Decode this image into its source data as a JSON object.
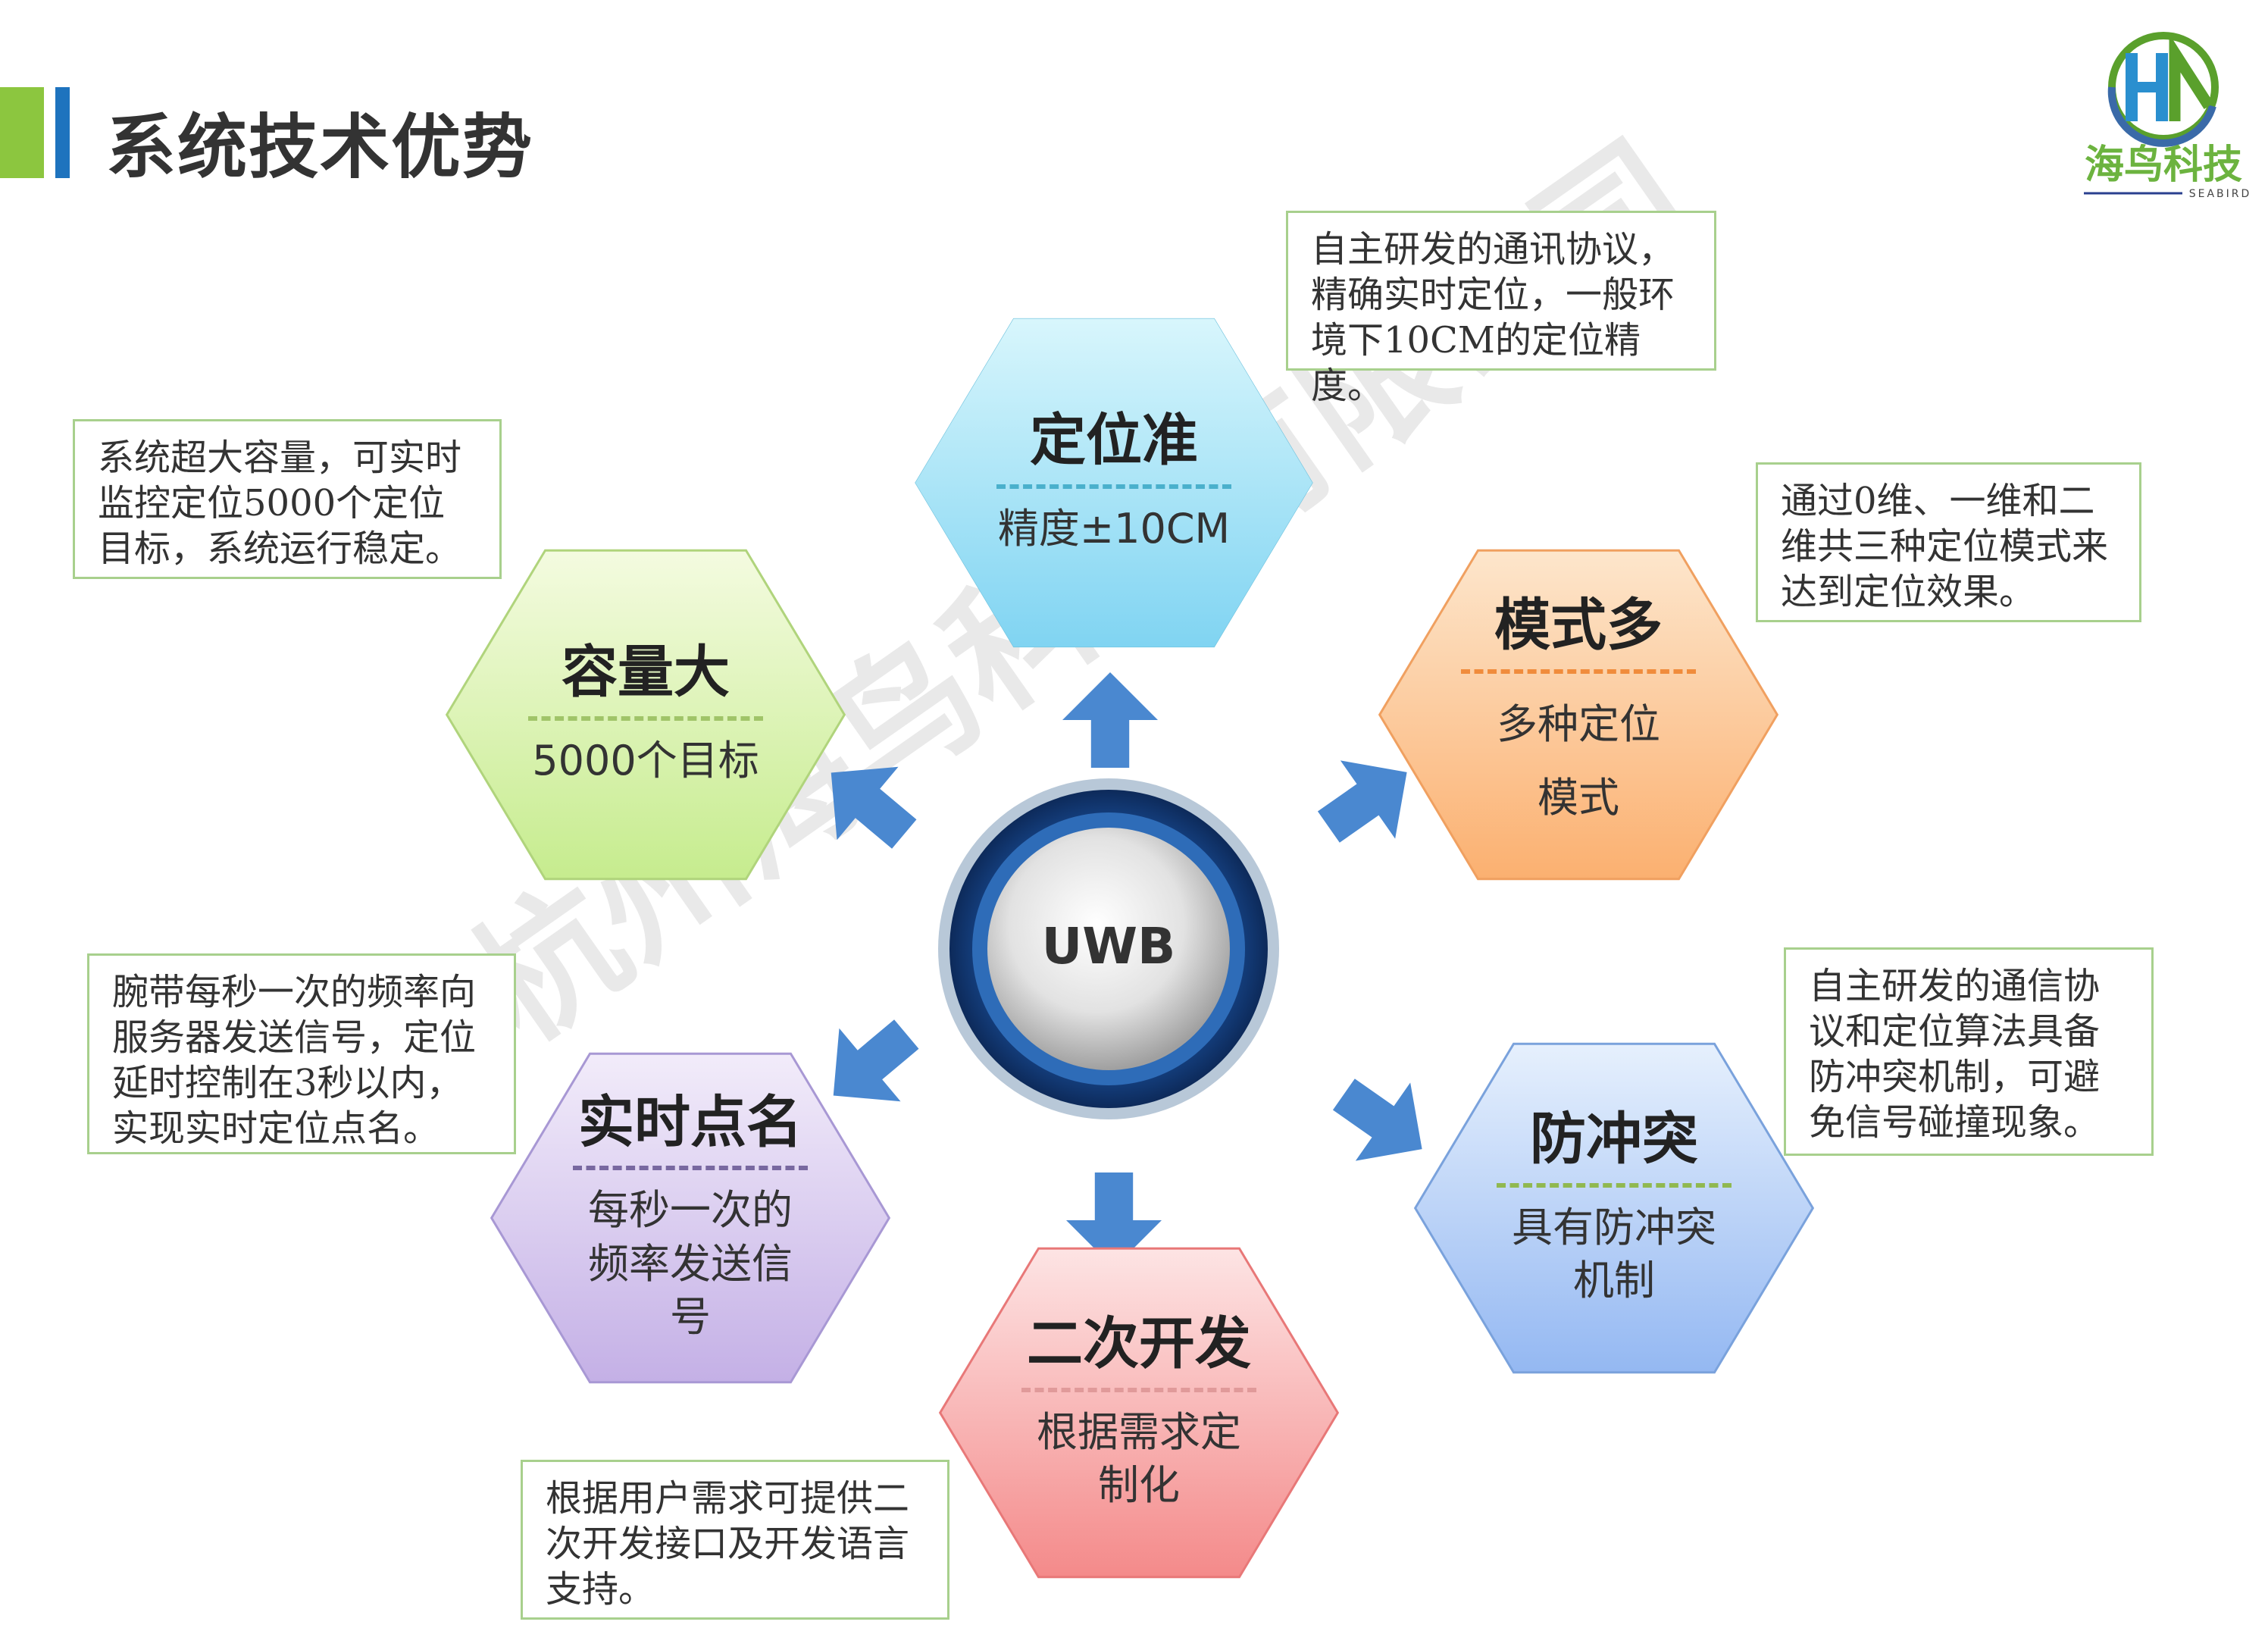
{
  "title": "系统技术优势",
  "logo": {
    "text": "海鸟科技",
    "sub": "SEABIRD"
  },
  "center": "UWB",
  "watermark": "杭州海鸟科技有限公司",
  "hexagons": [
    {
      "title": "定位准",
      "subtitle": "精度±10CM"
    },
    {
      "title": "容量大",
      "subtitle": "5000个目标"
    },
    {
      "title": "模式多",
      "subtitle": "多种定位模式"
    },
    {
      "title": "实时点名",
      "subtitle": "每秒一次的频率发送信号"
    },
    {
      "title": "二次开发",
      "subtitle": "根据需求定制化"
    },
    {
      "title": "防冲突",
      "subtitle": "具有防冲突机制"
    }
  ],
  "notes": [
    "自主研发的通讯协议，精确实时定位，一般环境下10CM的定位精度。",
    "系统超大容量，可实时监控定位5000个定位目标，系统运行稳定。",
    "通过0维、一维和二维共三种定位模式来达到定位效果。",
    "腕带每秒一次的频率向服务器发送信号，定位延时控制在3秒以内，实现实时定位点名。",
    "根据用户需求可提供二次开发接口及开发语言支持。",
    "自主研发的通信协议和定位算法具备防冲突机制，可避免信号碰撞现象。"
  ],
  "colors": {
    "accent_green": "#8cc63f",
    "accent_blue": "#1e73be",
    "arrow": "#4a88d0"
  }
}
